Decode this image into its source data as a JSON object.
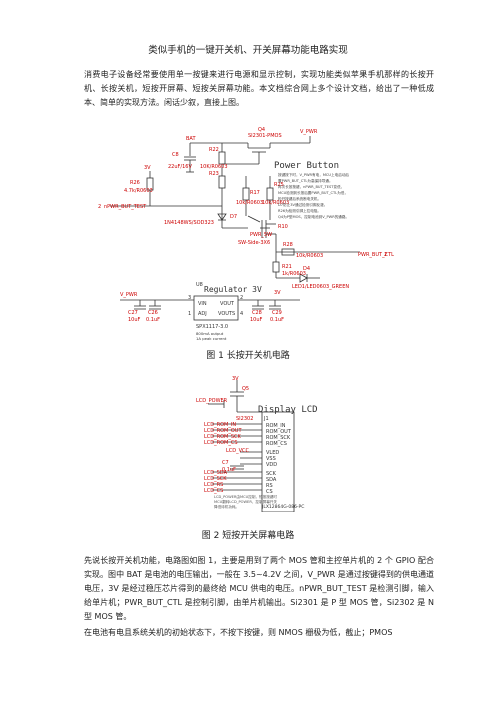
{
  "doc": {
    "title": "类似手机的一键开关机、开关屏幕功能电路实现",
    "intro": "消费电子设备经常要使用单一按键来进行电源和显示控制，实现功能类似苹果手机那样的长按开机、长按关机，短按开屏幕、短按关屏幕功能。本文档综合网上多个设计文档，给出了一种低成本、简单的实现方法。闲话少叙，直接上图。",
    "fig1_caption": "图 1  长按开关机电路",
    "fig2_caption": "图 2  短按开关屏幕电路",
    "para2": "先说长按开关机功能，电路图如图 1，主要是用到了两个 MOS 管和主控单片机的 2 个 GPIO 配合实现。图中 BAT 是电池的电压输出，一般在 3.5~4.2V 之间，V_PWR 是通过按键得到的供电通道电压，3V 是经过稳压芯片得到的最终给 MCU 供电的电压。nPWR_BUT_TEST 是检测引脚，输入给单片机；PWR_BUT_CTL 是控制引脚，由单片机输出。Si2301 是 P 型 MOS 管，Si2302 是 N 型 MOS 管。",
    "para3": "在电池有电且系统关机的初始状态下，不按下按键，则 NMOS 栅极为低，截止；PMOS"
  },
  "fig1": {
    "net_bat": "BAT",
    "q4_ref": "Q4",
    "q4_part": "SI2301-PMOS",
    "net_vpwr": "V_PWR",
    "c8": "C8",
    "c8_val": "22uF/16V",
    "r22": "R22",
    "r22_val": "10K/R0603",
    "r23": "R23",
    "r23_val": "100K/R0603",
    "net_3v": "3V",
    "r26": "R26",
    "r26_val": "4.7k/R0603",
    "net_test": "nPWR_BUT_TEST",
    "pin2": "2",
    "d7": "D7",
    "d7_part": "1N4148WS/SOD323",
    "r17": "R17",
    "r17_val": "10k/R0603",
    "sw": "PWR_SW",
    "sw_part": "SW-Side-3X6",
    "r10": "R10",
    "r25": "R25",
    "r25_val": "10k/R0603",
    "pwr_button": "Power Button",
    "note_lines": [
      "按键按下时，V_PWR有电，MCU上电启动后",
      "置PWR_BUT_CTL为高保持导通。",
      "再次长按按键，nPWR_BUT_TEST变低，",
      "MCU检测到长按后置PWR_BUT_CTL为低，",
      "松开按键后系统断电关机。",
      "D7防止3V通过检测引脚反灌。",
      "R26为检测引脚上拉电阻。",
      "Q4为P型MOS，控制电池到V_PWR的通路。"
    ],
    "r28": "R28",
    "r28_val": "10k/R0603",
    "net_ctl": "PWR_BUT_CTL",
    "r21": "R21",
    "r21_val": "1k/R0603",
    "d4": "D4",
    "d4_part": "LED1/LED0603_GREEN",
    "u8": "U8",
    "reg_title": "Regulator 3V",
    "reg_part": "SPX1117-3.0",
    "reg_notes": [
      "800mA output",
      "1A peak current"
    ],
    "net_vpwr2": "V_PWR",
    "c27": "C27",
    "c26": "C26",
    "c28": "C28",
    "c29": "C29",
    "cap_val_a": "10uF",
    "cap_val_b": "0.1uF",
    "net_3v_out": "3V",
    "vin": "VIN",
    "vout": "VOUT",
    "adj": "ADJ",
    "vouts": "VOUTS",
    "pin1": "1",
    "pin3": "3",
    "pin4": "4"
  },
  "fig2": {
    "net_3v": "3V",
    "q_ref": "Q5",
    "lcd_power": "LCD_POWER",
    "part": "SI2302",
    "display_title": "Display LCD",
    "connector": "J1",
    "left_signals": [
      "LCD_ROM_IN",
      "LCD_ROM_OUT",
      "LCD_ROM_SCK",
      "LCD_ROM_CS"
    ],
    "left_signals2": [
      "LCD_SDA",
      "LCD_SCK",
      "LCD_RS",
      "LCD_CS"
    ],
    "right_pins": [
      "ROM_IN",
      "ROM_OUT",
      "ROM_SCK",
      "ROM_CS",
      "VLED",
      "VSS",
      "VDD",
      "SCK",
      "SDA",
      "RS",
      "CS"
    ],
    "vcc_label": "LCD_VCC",
    "c_ref": "C7",
    "c_val": "0.1uF",
    "footer": "JLX12864G-086-PC",
    "note_lines": [
      "LCD_POWER由MCU控制，短按按键时",
      "MCU翻转LCD_POWER，控制屏幕开关",
      "降低待机功耗。"
    ]
  }
}
